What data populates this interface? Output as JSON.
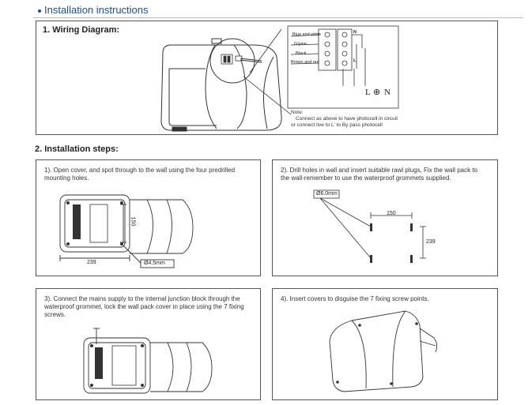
{
  "page": {
    "title": "Installation instructions"
  },
  "wiring": {
    "heading": "1. Wiring Diagram:",
    "wire_labels": [
      "Blue and white",
      "G/yinn",
      "Black",
      "Brown and red"
    ],
    "terminal_letters": [
      "N",
      "L"
    ],
    "bottom_labels": {
      "l": "L",
      "earth": "⊕",
      "n": "N"
    },
    "note_title": "Note:",
    "note_line1": "Connect as above to have photocell in circuit",
    "note_line2": "or connect live to L' to By pass photocell"
  },
  "steps": {
    "heading": "2. Installation steps:",
    "step1": {
      "text": "1). Open cover, and spot through to the wall using the four predrilled mounting holes.",
      "dim_vertical": "150",
      "dim_horizontal": "239",
      "hole_label": "Ø4.5mm"
    },
    "step2": {
      "text": "2). Drill holes in wall and insert suitable rawl plugs, Fix the wall pack to the wall-remember to use the waterproof grommets supplied.",
      "drill_label": "Ø6.0mm",
      "dim_horizontal": "150",
      "dim_vertical": "239"
    },
    "step3": {
      "text": "3). Connect the mains supply to the internal junction block through the waterproof grommet, lock the wall pack cover in place using the 7 fixing screws."
    },
    "step4": {
      "text": "4). Insert covers to disguise the 7 fixing screw points."
    }
  }
}
